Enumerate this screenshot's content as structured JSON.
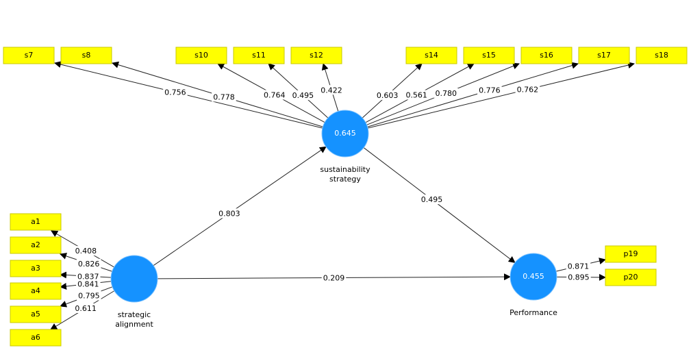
{
  "latent_variables": [
    {
      "id": "SA",
      "name_lines": [
        "strategic",
        "alignment"
      ],
      "r2": ""
    },
    {
      "id": "SS",
      "name_lines": [
        "sustainability",
        "strategy"
      ],
      "r2": "0.645"
    },
    {
      "id": "P",
      "name_lines": [
        "Performance"
      ],
      "r2": "0.455"
    }
  ],
  "indicators": {
    "SS": [
      {
        "name": "s7",
        "loading": "0.756"
      },
      {
        "name": "s8",
        "loading": "0.778"
      },
      {
        "name": "s10",
        "loading": "0.764"
      },
      {
        "name": "s11",
        "loading": "0.495"
      },
      {
        "name": "s12",
        "loading": "0.422"
      },
      {
        "name": "s14",
        "loading": "0.603"
      },
      {
        "name": "s15",
        "loading": "0.561"
      },
      {
        "name": "s16",
        "loading": "0.780"
      },
      {
        "name": "s17",
        "loading": "0.776"
      },
      {
        "name": "s18",
        "loading": "0.762"
      }
    ],
    "SA": [
      {
        "name": "a1",
        "loading": "0.408"
      },
      {
        "name": "a2",
        "loading": "0.826"
      },
      {
        "name": "a3",
        "loading": "0.837"
      },
      {
        "name": "a4",
        "loading": "0.841"
      },
      {
        "name": "a5",
        "loading": "0.795"
      },
      {
        "name": "a6",
        "loading": "0.611"
      }
    ],
    "P": [
      {
        "name": "p19",
        "loading": "0.871"
      },
      {
        "name": "p20",
        "loading": "0.895"
      }
    ]
  },
  "paths": [
    {
      "from": "SA",
      "to": "SS",
      "coef": "0.803"
    },
    {
      "from": "SS",
      "to": "P",
      "coef": "0.495"
    },
    {
      "from": "SA",
      "to": "P",
      "coef": "0.209"
    }
  ],
  "colors": {
    "latent": "#1592ff",
    "indicator": "#ffff00"
  }
}
